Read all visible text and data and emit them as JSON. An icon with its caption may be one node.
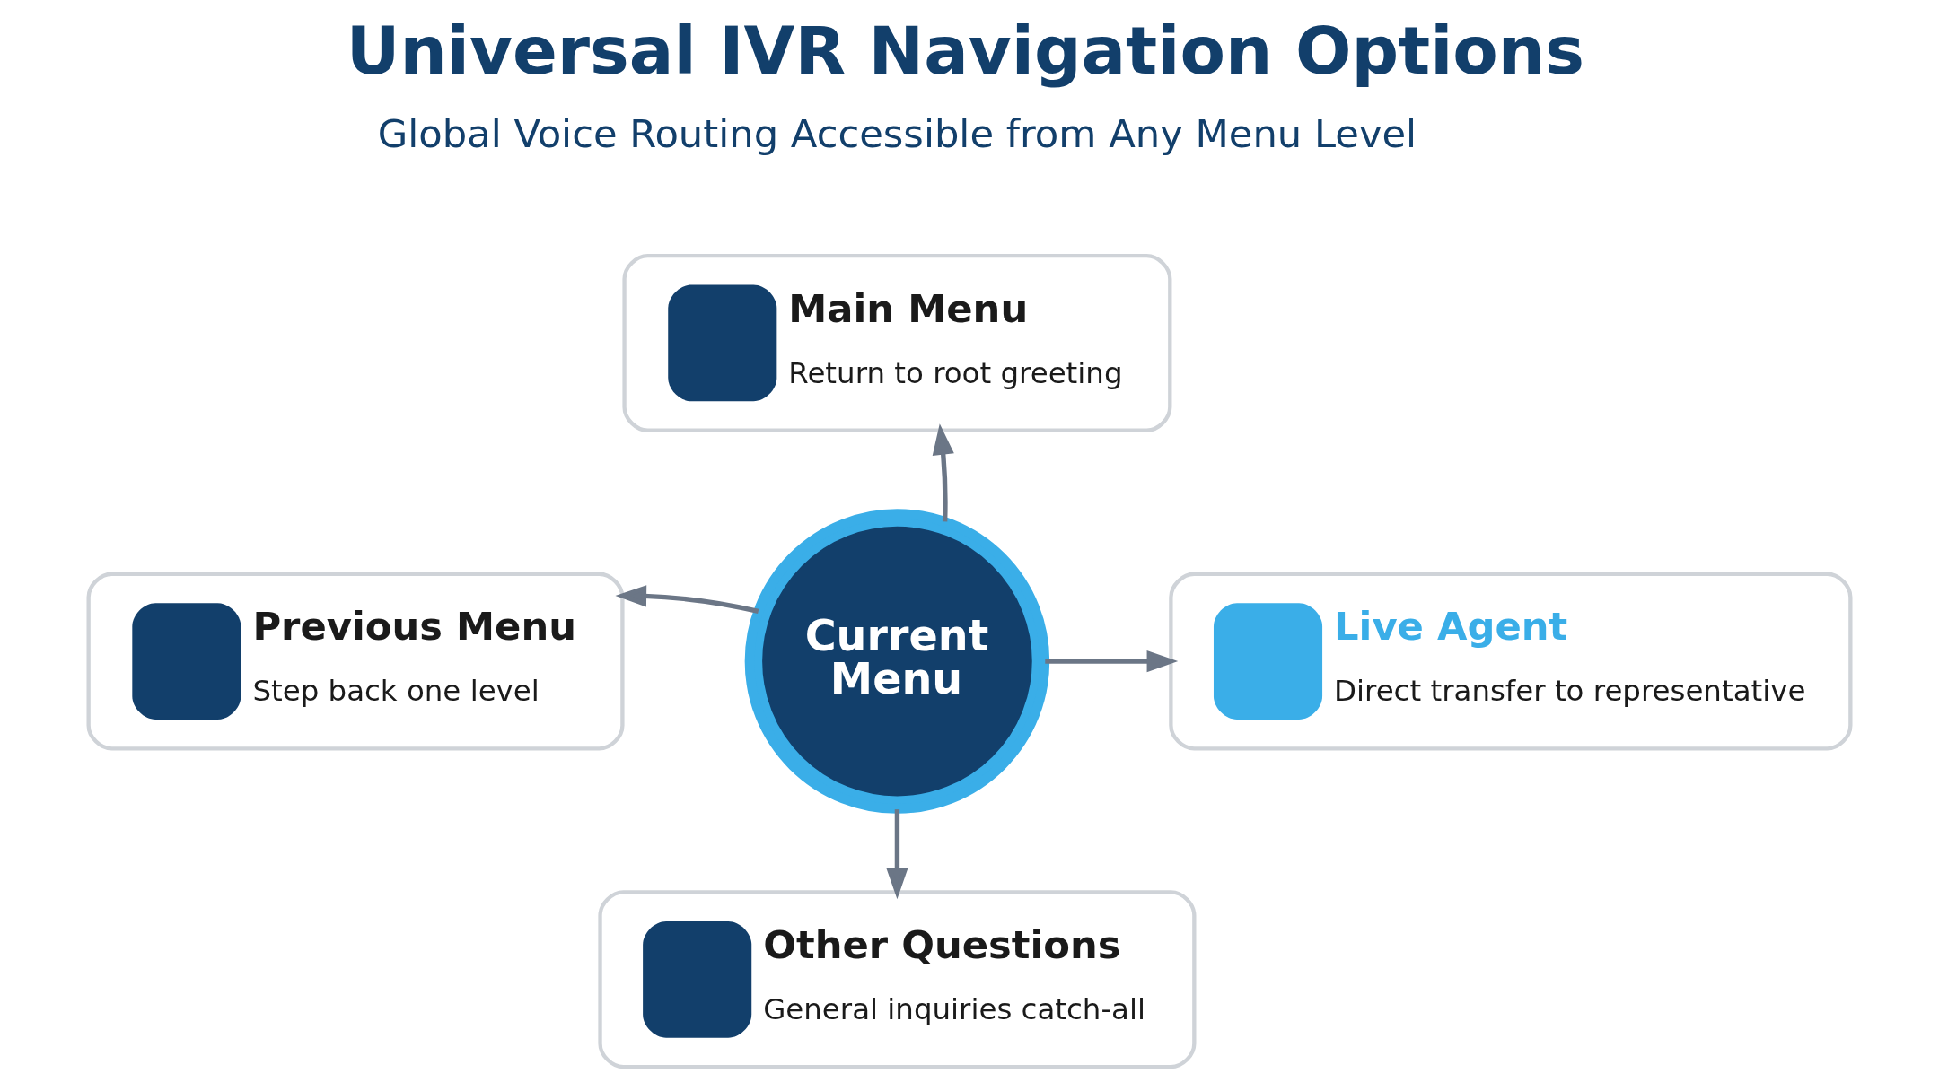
{
  "diagram": {
    "title": "Universal IVR Navigation Options",
    "nodes": [
      {
        "text": [
          "Main Menu",
          "Return to root greeting"
        ]
      },
      {
        "text": [
          "Previous Menu",
          "Step back one level"
        ]
      },
      {
        "text": [
          "Current Menu"
        ]
      },
      {
        "text": [
          "Live Agent",
          "Direct transfer to representative"
        ]
      },
      {
        "text": [
          "Other Questions",
          "General inquiries catch-all"
        ]
      }
    ],
    "edges": [
      {
        "from": 2,
        "to": 0,
        "arrow": "to"
      },
      {
        "from": 2,
        "to": 1,
        "arrow": "to"
      },
      {
        "from": 2,
        "to": 3,
        "arrow": "to"
      },
      {
        "from": 2,
        "to": 4,
        "arrow": "to"
      }
    ],
    "labels": [
      "Global Voice Routing Accessible from Any Menu Level"
    ]
  }
}
